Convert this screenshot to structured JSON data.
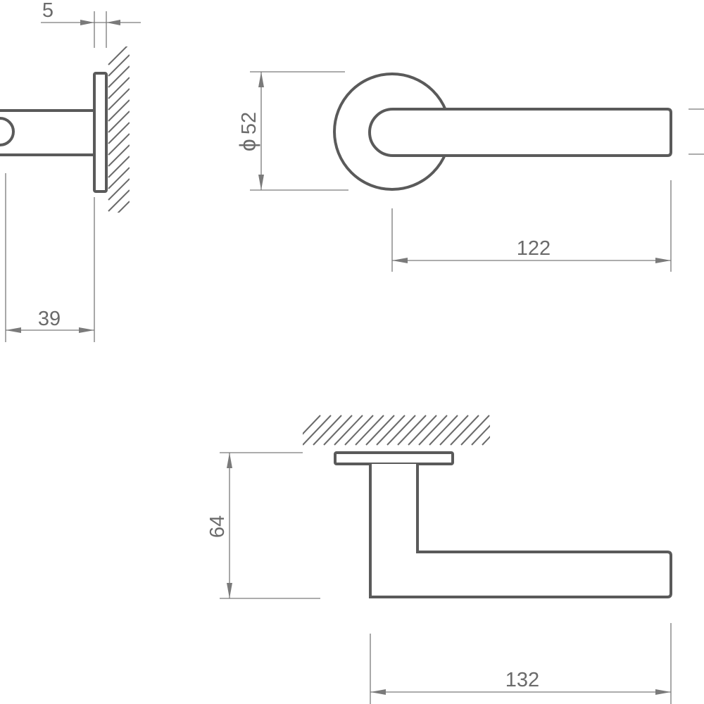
{
  "dimensions": {
    "rose_thickness": "5",
    "projection": "39",
    "rose_diameter_symbol": "ϕ",
    "rose_diameter": "52",
    "lever_length_top": "122",
    "height": "64",
    "lever_length_bottom": "132"
  },
  "colors": {
    "outline": "#5a5a5a",
    "dimension": "#7a7a7a",
    "text": "#6b6b6b",
    "background": "#ffffff"
  }
}
